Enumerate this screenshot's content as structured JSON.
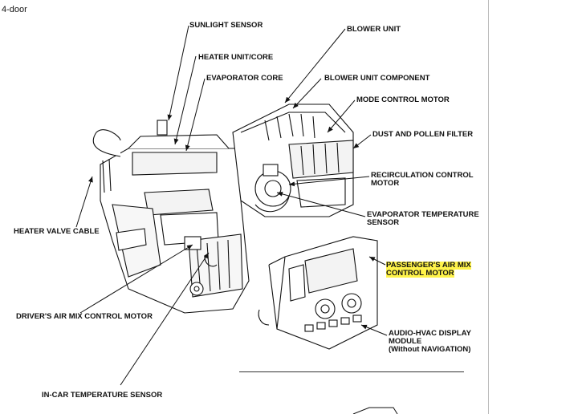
{
  "header": {
    "title": "4-door"
  },
  "labels": {
    "sunlight_sensor": "SUNLIGHT SENSOR",
    "heater_unit": "HEATER UNIT/CORE",
    "evaporator_core": "EVAPORATOR CORE",
    "blower_unit": "BLOWER UNIT",
    "blower_unit_component": "BLOWER UNIT COMPONENT",
    "mode_control_motor": "MODE CONTROL MOTOR",
    "dust_filter": "DUST AND POLLEN FILTER",
    "recirc_motor_1": "RECIRCULATION CONTROL",
    "recirc_motor_2": "MOTOR",
    "evap_temp_sensor_1": "EVAPORATOR TEMPERATURE",
    "evap_temp_sensor_2": "SENSOR",
    "heater_valve_cable": "HEATER VALVE CABLE",
    "passenger_motor_1": "PASSENGER'S AIR MIX",
    "passenger_motor_2": "CONTROL MOTOR",
    "driver_motor": "DRIVER'S AIR MIX CONTROL MOTOR",
    "display_module_1": "AUDIO-HVAC DISPLAY",
    "display_module_2": "MODULE",
    "display_module_3": "(Without NAVIGATION)",
    "incar_temp_sensor": "IN-CAR TEMPERATURE SENSOR"
  },
  "colors": {
    "highlight": "#fff34a",
    "ink": "#111111"
  }
}
